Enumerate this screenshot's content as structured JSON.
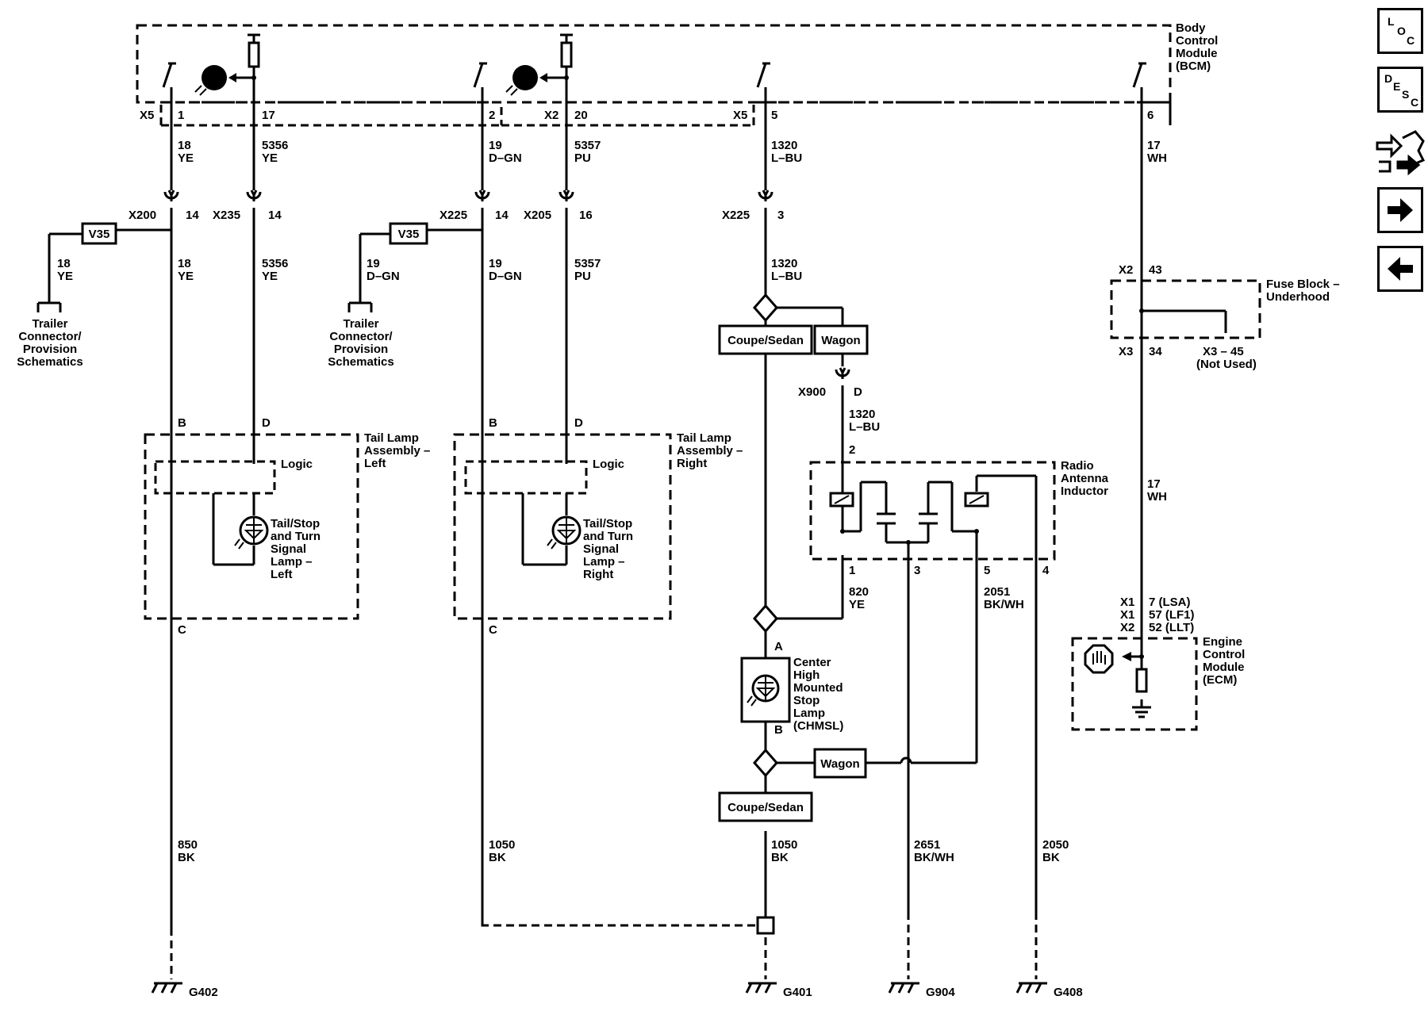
{
  "modules": {
    "bcm": [
      "Body",
      "Control",
      "Module",
      "(BCM)"
    ],
    "fuse_block": [
      "Fuse Block –",
      "Underhood"
    ],
    "ecm": [
      "Engine",
      "Control",
      "Module",
      "(ECM)"
    ],
    "radio_inductor": [
      "Radio",
      "Antenna",
      "Inductor"
    ],
    "tail_left": [
      "Tail Lamp",
      "Assembly –",
      "Left"
    ],
    "tail_right": [
      "Tail Lamp",
      "Assembly –",
      "Right"
    ],
    "lamp_left": [
      "Tail/Stop",
      "and Turn",
      "Signal",
      "Lamp –",
      "Left"
    ],
    "lamp_right": [
      "Tail/Stop",
      "and Turn",
      "Signal",
      "Lamp –",
      "Right"
    ],
    "chmsl": [
      "Center",
      "High",
      "Mounted",
      "Stop",
      "Lamp",
      "(CHMSL)"
    ],
    "trailer": [
      "Trailer",
      "Connector/",
      "Provision",
      "Schematics"
    ],
    "logic": "Logic"
  },
  "connectors": {
    "x5": "X5",
    "x2": "X2",
    "x200": "X200",
    "x235": "X235",
    "x225": "X225",
    "x205": "X205",
    "x900": "X900",
    "x3": "X3",
    "x1": "X1",
    "x3_45": "X3 – 45",
    "not_used": "(Not Used)"
  },
  "pins": {
    "p1": "1",
    "p17": "17",
    "p2": "2",
    "p20": "20",
    "p5": "5",
    "p6": "6",
    "p14": "14",
    "p16": "16",
    "p3": "3",
    "p43": "43",
    "p34": "34",
    "pD": "D",
    "pB": "B",
    "pC": "C",
    "pA": "A",
    "p4": "4",
    "ecm_lsa": "7 (LSA)",
    "ecm_lf1": "57 (LF1)",
    "ecm_llt": "52 (LLT)"
  },
  "wires": {
    "w18": "18",
    "w5356": "5356",
    "w19": "19",
    "w5357": "5357",
    "w1320": "1320",
    "w17": "17",
    "w820": "820",
    "w2051": "2051",
    "w850": "850",
    "w1050": "1050",
    "w2651": "2651",
    "w2050": "2050"
  },
  "colors": {
    "ye": "YE",
    "dgn": "D–GN",
    "pu": "PU",
    "lbu": "L–BU",
    "wh": "WH",
    "bk": "BK",
    "bkwh": "BK/WH"
  },
  "options": {
    "v35": "V35",
    "coupe_sedan": "Coupe/Sedan",
    "wagon": "Wagon"
  },
  "grounds": {
    "g402": "G402",
    "g401": "G401",
    "g904": "G904",
    "g408": "G408"
  },
  "nav": {
    "loc": [
      "L",
      "O",
      "C"
    ],
    "desc": [
      "D",
      "E",
      "S",
      "C"
    ]
  },
  "nav_icons": [
    "connector-info-icon",
    "next-arrow-icon",
    "previous-arrow-icon"
  ],
  "line_color": "#000000"
}
